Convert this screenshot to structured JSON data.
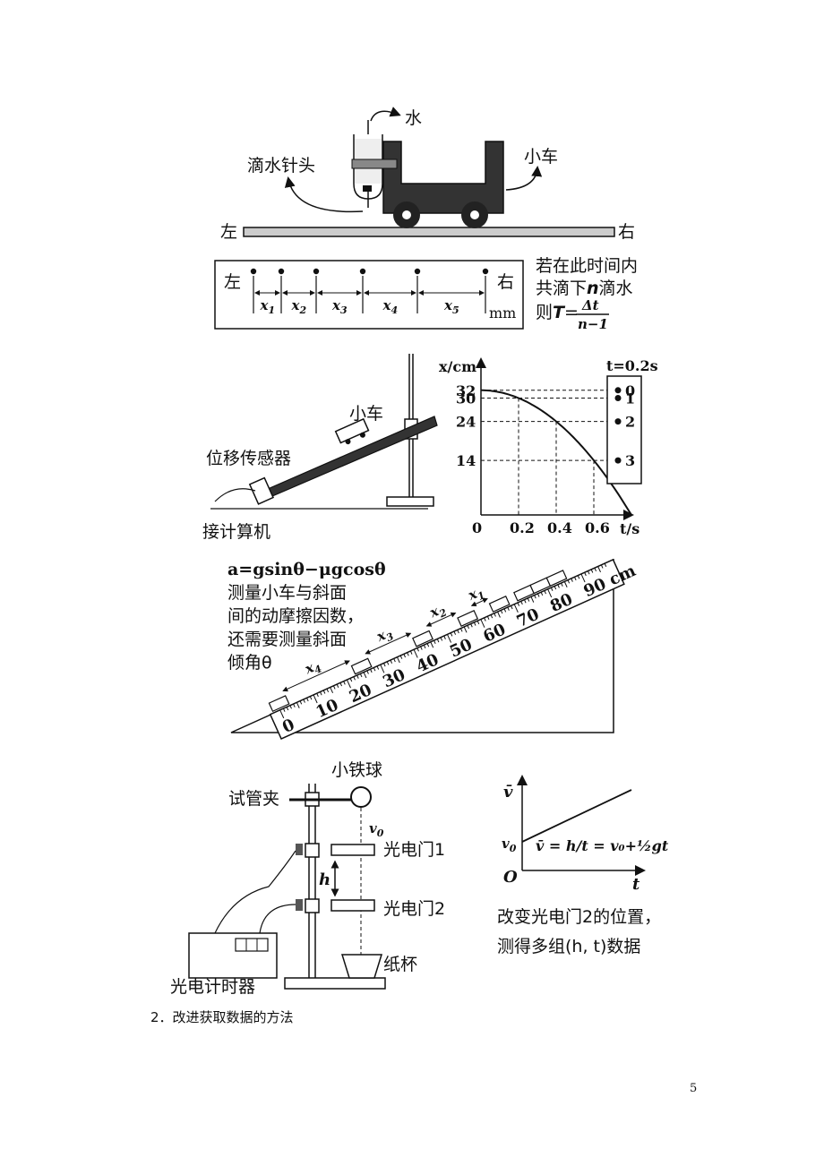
{
  "fig1": {
    "water": "水",
    "drip_nozzle": "滴水针头",
    "cart": "小车",
    "left": "左",
    "right": "右"
  },
  "fig2": {
    "left": "左",
    "right": "右",
    "unit": "mm",
    "x_labels": [
      "x",
      "x",
      "x",
      "x",
      "x"
    ],
    "x_subs": [
      "1",
      "2",
      "3",
      "4",
      "5"
    ],
    "note_line1": "若在此时间内",
    "note_line2_a": "共滴下",
    "note_line2_n": "n",
    "note_line2_b": "滴水",
    "note_line3_prefix": "则",
    "note_T": "T",
    "note_eq": "=",
    "note_num": "Δt",
    "note_den": "n−1"
  },
  "fig3": {
    "cart": "小车",
    "sensor": "位移传感器",
    "computer": "接计算机"
  },
  "chart_data": {
    "type": "line",
    "x": [
      0,
      0.2,
      0.4,
      0.6
    ],
    "y": [
      32,
      30,
      24,
      14
    ],
    "ylabel": "x/cm",
    "xlabel": "t/s",
    "xticks": [
      "0",
      "0.2",
      "0.4",
      "0.6"
    ],
    "yticks": [
      "32",
      "30",
      "24",
      "14"
    ],
    "legend_title": "t=0.2s",
    "legend_items": [
      "0",
      "1",
      "2",
      "3"
    ]
  },
  "fig4": {
    "formula": "a=gsinθ−μgcosθ",
    "line1": "测量小车与斜面",
    "line2": "间的动摩擦因数，",
    "line3": "还需要测量斜面",
    "line4": "倾角θ",
    "ruler_numbers": [
      "0",
      "10",
      "20",
      "30",
      "40",
      "50",
      "60",
      "70",
      "80",
      "90 cm"
    ],
    "x_labels": [
      "x",
      "x",
      "x",
      "x"
    ],
    "x_subs": [
      "1",
      "2",
      "3",
      "4"
    ]
  },
  "fig5": {
    "ball": "小铁球",
    "clamp": "试管夹",
    "v0": "v",
    "v0_sub": "0",
    "gate1": "光电门1",
    "gate2": "光电门2",
    "h": "h",
    "cup": "纸杯",
    "timer": "光电计时器"
  },
  "fig6": {
    "vbar_axis": "v̄",
    "t_axis": "t",
    "origin": "O",
    "v0": "v",
    "v0_sub": "0",
    "equation": "v̄ = h/t = v₀+½gt",
    "note1": "改变光电门2的位置，",
    "note2": "测得多组(h, t)数据"
  },
  "caption": "2．改进获取数据的方法",
  "page_number": "5"
}
